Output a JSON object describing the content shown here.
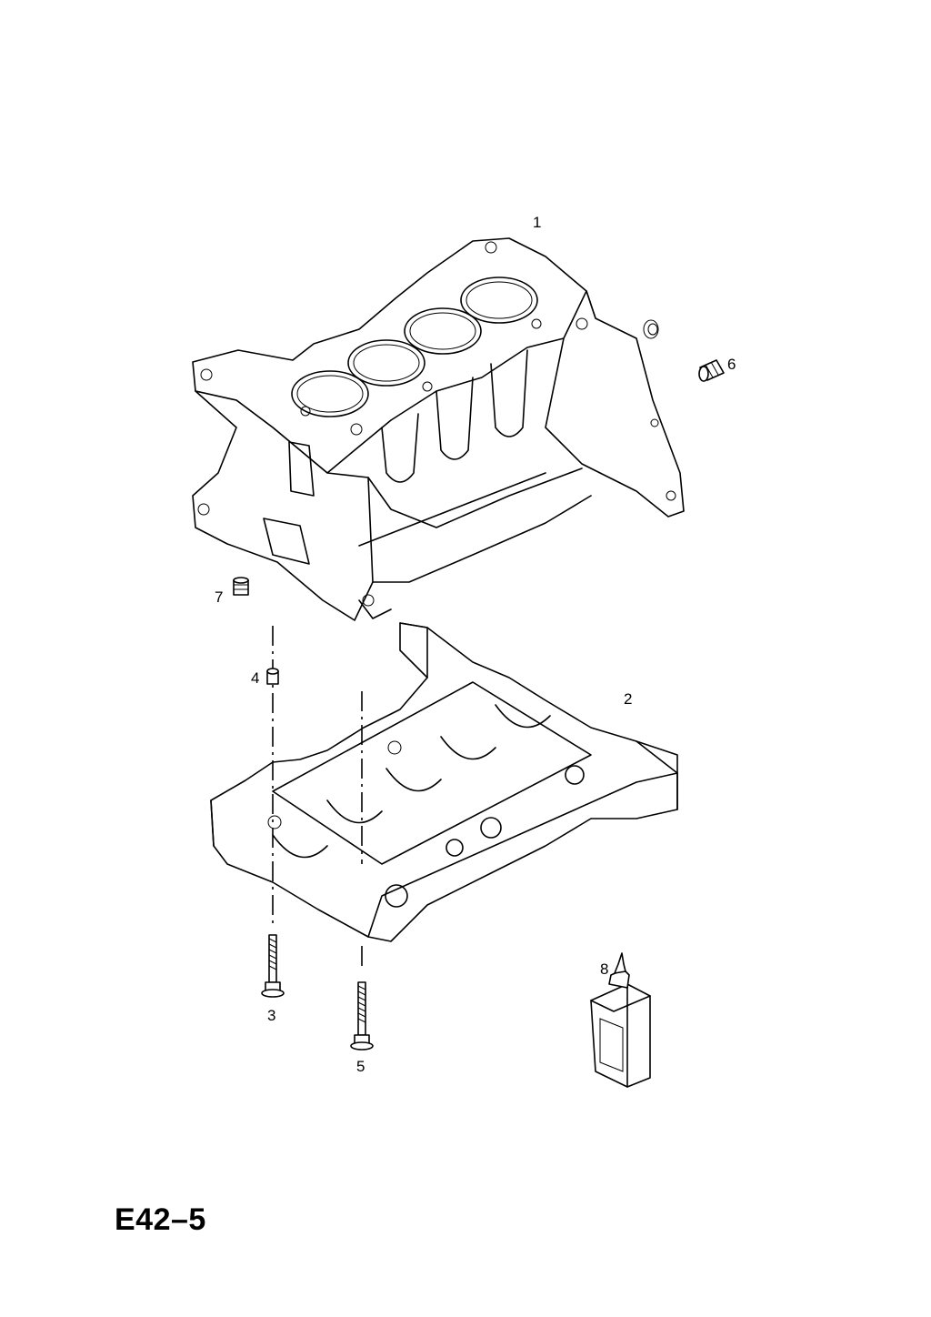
{
  "diagram": {
    "id": "E42–5",
    "callouts": [
      {
        "key": "1",
        "text": "1"
      },
      {
        "key": "2",
        "text": "2"
      },
      {
        "key": "3",
        "text": "3"
      },
      {
        "key": "4",
        "text": "4"
      },
      {
        "key": "5",
        "text": "5"
      },
      {
        "key": "6",
        "text": "6"
      },
      {
        "key": "7",
        "text": "7"
      },
      {
        "key": "8",
        "text": "8"
      }
    ]
  }
}
